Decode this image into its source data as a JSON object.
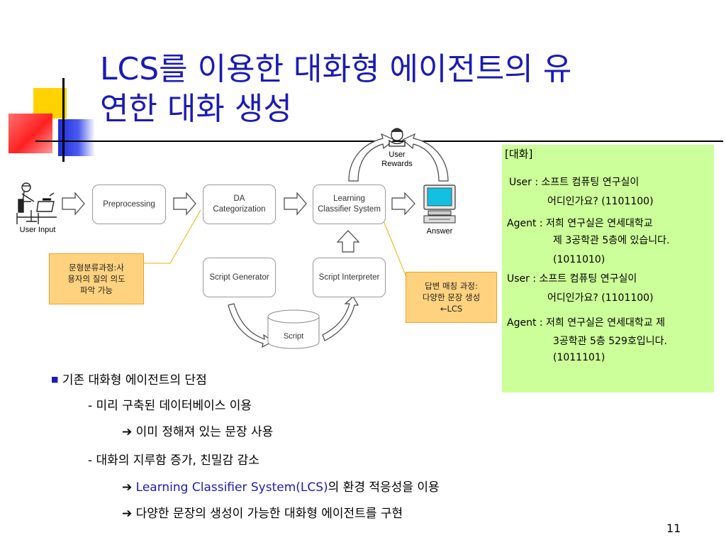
{
  "slide": {
    "title_line1": "LCS를 이용한 대화형 에이전트의 유",
    "title_line2": "연한 대화 생성",
    "page_number": "11"
  },
  "diagram": {
    "user_rewards_l1": "User",
    "user_rewards_l2": "Rewards",
    "user_input": "User Input",
    "answer": "Answer",
    "preprocessing": "Preprocessing",
    "da_l1": "DA",
    "da_l2": "Categorization",
    "lcs_l1": "Learning",
    "lcs_l2": "Classifier System",
    "script_generator": "Script Generator",
    "script_interpreter": "Script Interpreter",
    "script": "Script",
    "note_left_l1": "문형분류과정:사",
    "note_left_l2": "용자의 질의 의도",
    "note_left_l3": "파악 가능",
    "note_right_l1": "답변 매칭 과정:",
    "note_right_l2": "다양한 문장 생성",
    "note_right_l3": "←LCS"
  },
  "dialog": {
    "header": "[대화]",
    "lines": [
      "User : 소프트 컴퓨팅 연구실이",
      "어디인가요? (1101100)",
      "Agent : 저희 연구실은 연세대학교",
      "제 3공학관 5층에 있습니다.",
      "(1011010)",
      "User  : 소프트 컴퓨팅 연구실이",
      "어디인가요? (1101100)",
      "Agent : 저희 연구실은 연세대학교 제",
      "3공학관 5층 529호입니다.",
      "(1011101)"
    ]
  },
  "bullets": {
    "main": "기존 대화형 에이전트의 단점",
    "sub1": "- 미리 구축된 데이터베이스 이용",
    "sub1_arrow": "이미 정해져 있는 문장 사용",
    "sub2": "- 대화의 지루함 증가, 친밀감 감소",
    "sub2_arrow1_blue": "Learning Classifier System(LCS)",
    "sub2_arrow1_rest": "의  환경  적응성을 이용",
    "sub2_arrow2": "다양한 문장의 생성이 가능한  대화형 에이전트를 구현"
  },
  "colors": {
    "title": "#1b1bb5",
    "dialog_bg": "#ccff99",
    "note_bg": "#ffd27f"
  }
}
